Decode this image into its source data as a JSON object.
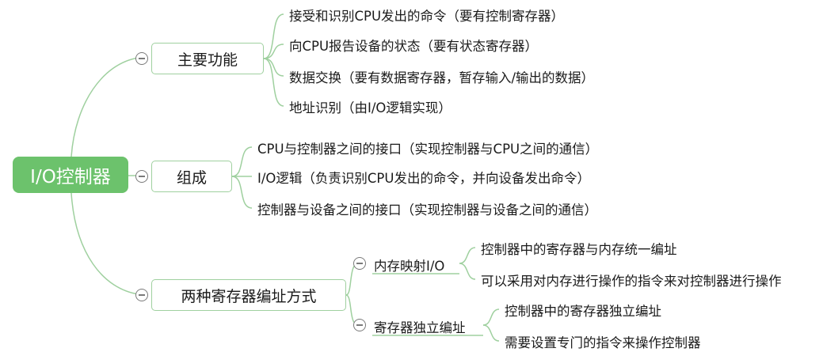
{
  "root": "I/O控制器",
  "branches": [
    {
      "label": "主要功能",
      "leaves": [
        "接受和识别CPU发出的命令（要有控制寄存器）",
        "向CPU报告设备的状态（要有状态寄存器）",
        "数据交换（要有数据寄存器，暂存输入/输出的数据）",
        "地址识别（由I/O逻辑实现）"
      ]
    },
    {
      "label": "组成",
      "leaves": [
        "CPU与控制器之间的接口（实现控制器与CPU之间的通信）",
        "I/O逻辑（负责识别CPU发出的命令，并向设备发出命令）",
        "控制器与设备之间的接口（实现控制器与设备之间的通信）"
      ]
    },
    {
      "label": "两种寄存器编址方式",
      "children": [
        {
          "label": "内存映射I/O",
          "leaves": [
            "控制器中的寄存器与内存统一编址",
            "可以采用对内存进行操作的指令来对控制器进行操作"
          ]
        },
        {
          "label": "寄存器独立编址",
          "leaves": [
            "控制器中的寄存器独立编址",
            "需要设置专门的指令来操作控制器"
          ]
        }
      ]
    }
  ]
}
